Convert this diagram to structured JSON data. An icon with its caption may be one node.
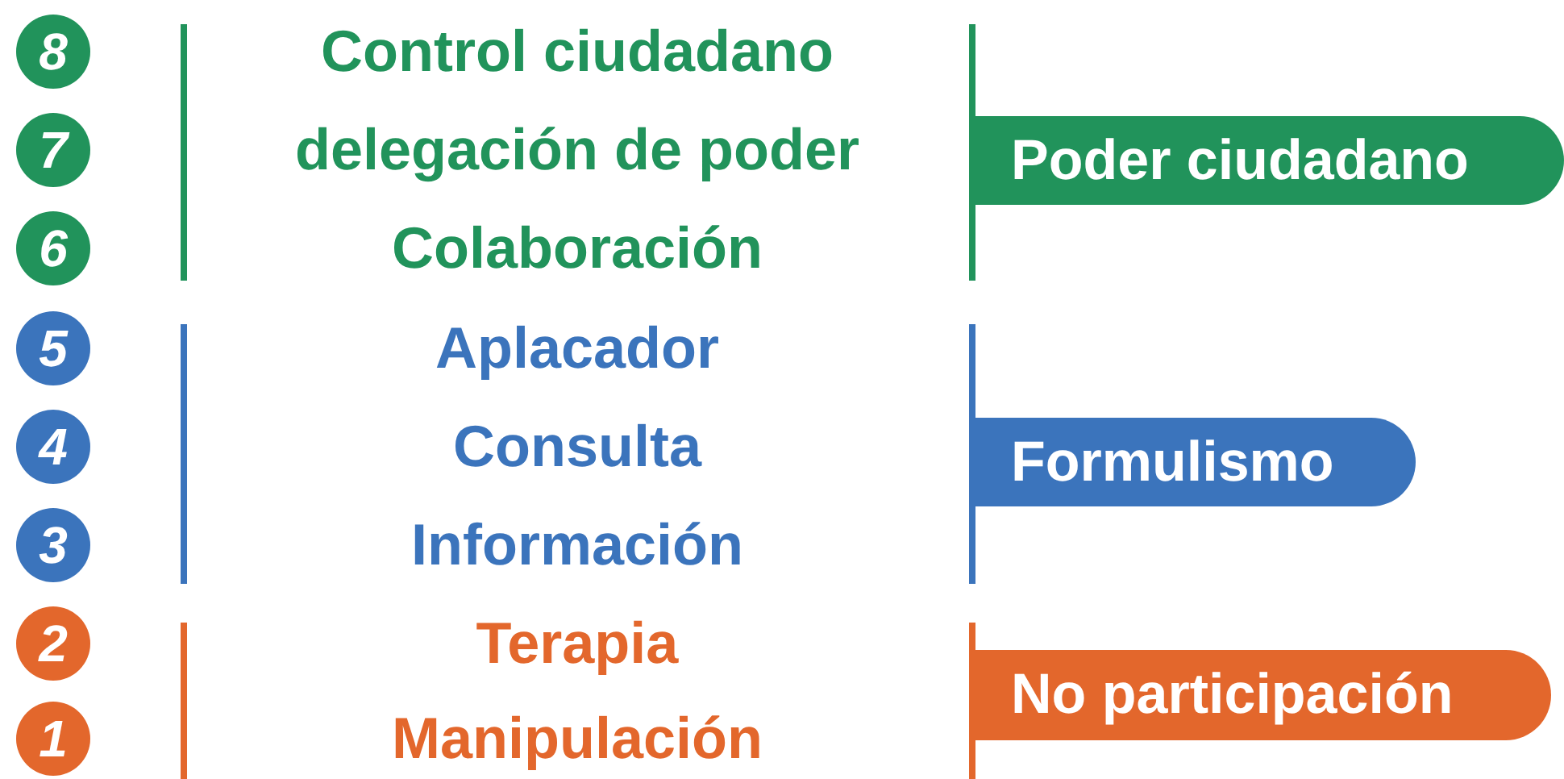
{
  "diagram": {
    "nodes": [
      {
        "text": [
          "8"
        ]
      },
      {
        "text": [
          "7"
        ]
      },
      {
        "text": [
          "6"
        ]
      },
      {
        "text": [
          "Poder ciudadano"
        ]
      },
      {
        "text": [
          "5"
        ]
      },
      {
        "text": [
          "4"
        ]
      },
      {
        "text": [
          "3"
        ]
      },
      {
        "text": [
          "Formulismo"
        ]
      },
      {
        "text": [
          "2"
        ]
      },
      {
        "text": [
          "1"
        ]
      },
      {
        "text": [
          "No participación"
        ]
      }
    ],
    "labels": [
      "Control ciudadano",
      "delegación de poder",
      "Colaboración",
      "Aplacador",
      "Consulta",
      "Información",
      "Terapia",
      "Manipulación"
    ]
  }
}
